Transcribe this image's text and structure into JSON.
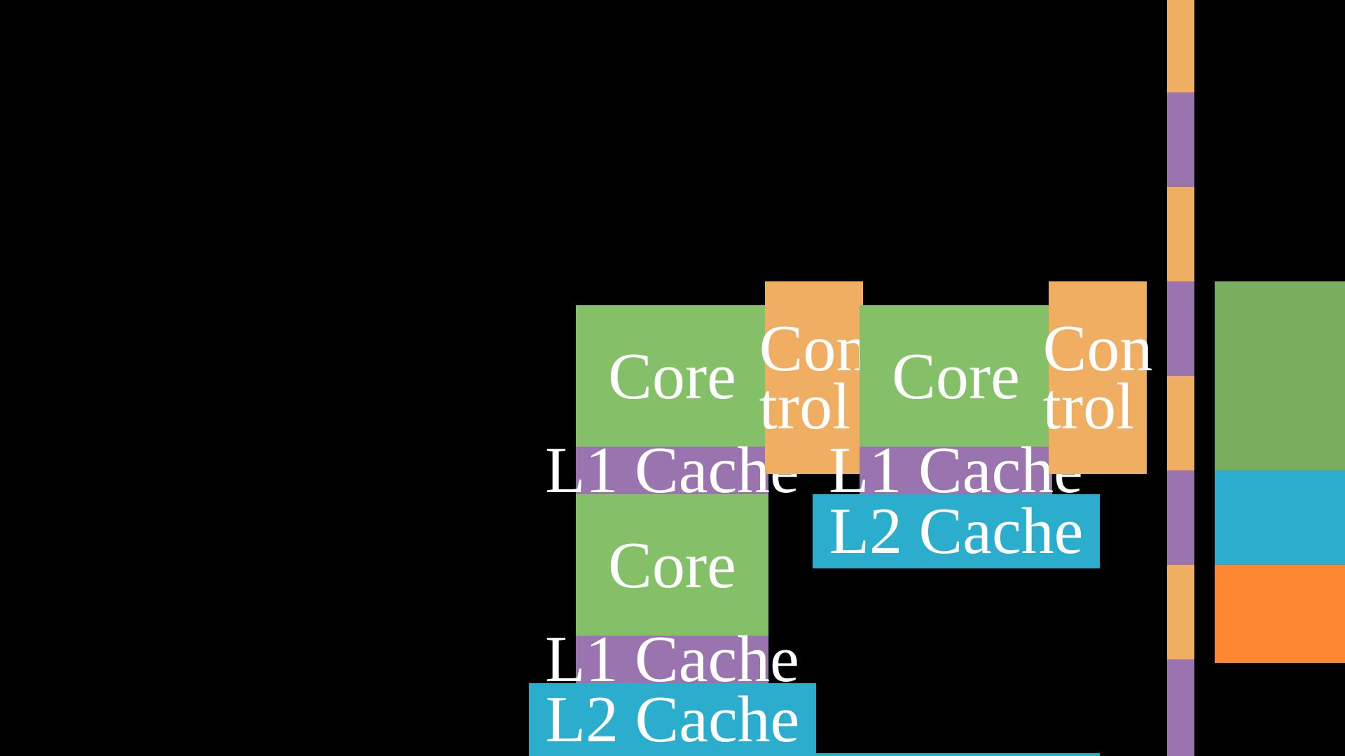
{
  "diagram": {
    "core_label": "Core",
    "control_label": "Con\ntrol",
    "l1_label": "L1 Cache",
    "l2_label": "L2 Cache"
  },
  "colors": {
    "background": "#000000",
    "core": "#84c068",
    "control": "#efae62",
    "l1_cache": "#9a74ae",
    "l2_cache": "#2badcd",
    "bus_orange": "#efae62",
    "bus_purple": "#9a74ae",
    "right_green": "#79ae5e",
    "right_blue": "#2badcd",
    "right_orange": "#fe8831"
  }
}
